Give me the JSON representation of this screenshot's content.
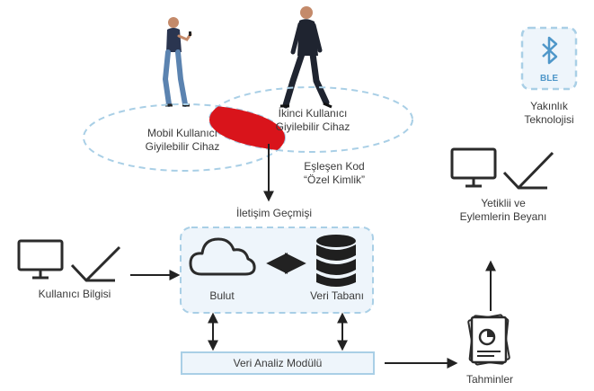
{
  "colors": {
    "dashed_outline": "#a9cfe6",
    "box_fill": "#eef5fb",
    "overlap_fill": "#d9141b",
    "arrow": "#222222",
    "icon_dark": "#2b2b2b",
    "text": "#3a3a3a"
  },
  "nodes": {
    "mobile_user": {
      "line1": "Mobil Kullanıcı",
      "line2": "Giyilebilir Cihaz",
      "icon": "walking-person-phone-icon"
    },
    "second_user": {
      "line1": "İkinci Kullanıcı",
      "line2": "Giyilebilir Cihaz",
      "icon": "walking-person-icon"
    },
    "matching_code": {
      "line1": "Eşleşen Kod",
      "line2": "“Özel Kimlik”"
    },
    "communication_history": {
      "label": "İletişim Geçmişi"
    },
    "user_info": {
      "label": "Kullanıcı Bilgisi",
      "icon": "monitor-laptop-icon"
    },
    "cloud": {
      "label": "Bulut",
      "icon": "cloud-icon"
    },
    "database": {
      "label": "Veri Tabanı",
      "icon": "database-icon"
    },
    "analysis_module": {
      "label": "Veri Analiz Modülü"
    },
    "predictions": {
      "label": "Tahminler",
      "icon": "report-documents-icon"
    },
    "authorities": {
      "line1": "Yetiklii ve",
      "line2": "Eylemlerin Beyanı",
      "icon": "monitor-laptop-icon"
    },
    "proximity": {
      "line1": "Yakınlık",
      "line2": "Teknolojisi",
      "icon": "bluetooth-icon",
      "badge": "BLE"
    }
  }
}
